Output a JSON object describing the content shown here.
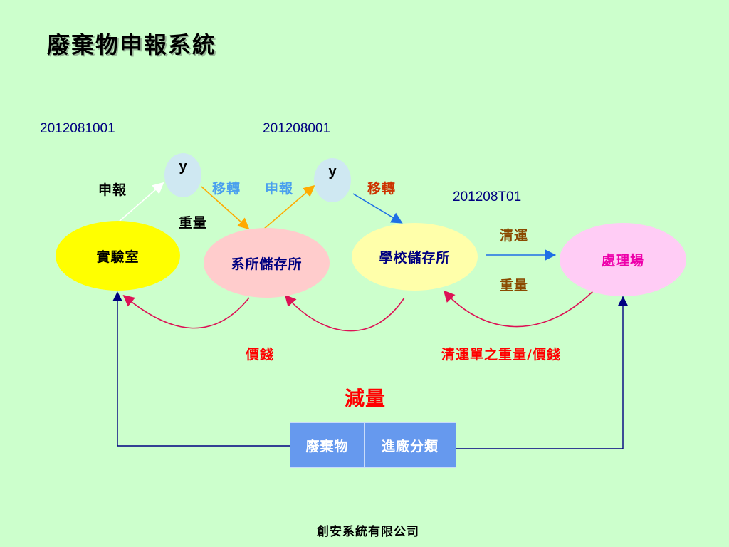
{
  "title": "廢棄物申報系統",
  "codes": {
    "lab_code": "2012081001",
    "dept_code": "201208001",
    "school_code": "201208T01"
  },
  "markers": {
    "y1": "y",
    "y2": "y"
  },
  "labels": {
    "declare_1": "申報",
    "weight_1": "重量",
    "transfer_1": "移轉",
    "declare_2": "申報",
    "transfer_2": "移轉",
    "clear_transport": "清運",
    "weight_2": "重量",
    "price": "價錢",
    "manifest": "清運單之重量/價錢",
    "reduce": "減量"
  },
  "nodes": {
    "lab": "實驗室",
    "dept_storage": "系所儲存所",
    "school_storage": "學校儲存所",
    "disposal": "處理場"
  },
  "boxes": {
    "waste": "廢棄物",
    "sorting": "進廠分類"
  },
  "footer": "創安系統有限公司",
  "colors": {
    "background": "#ccffcc",
    "lab_node": "#ffff00",
    "dept_node": "#ffcccc",
    "school_node": "#ffffaa",
    "disposal_node": "#ffccf5",
    "marker": "#cfe8f2",
    "box": "#6699ee"
  }
}
